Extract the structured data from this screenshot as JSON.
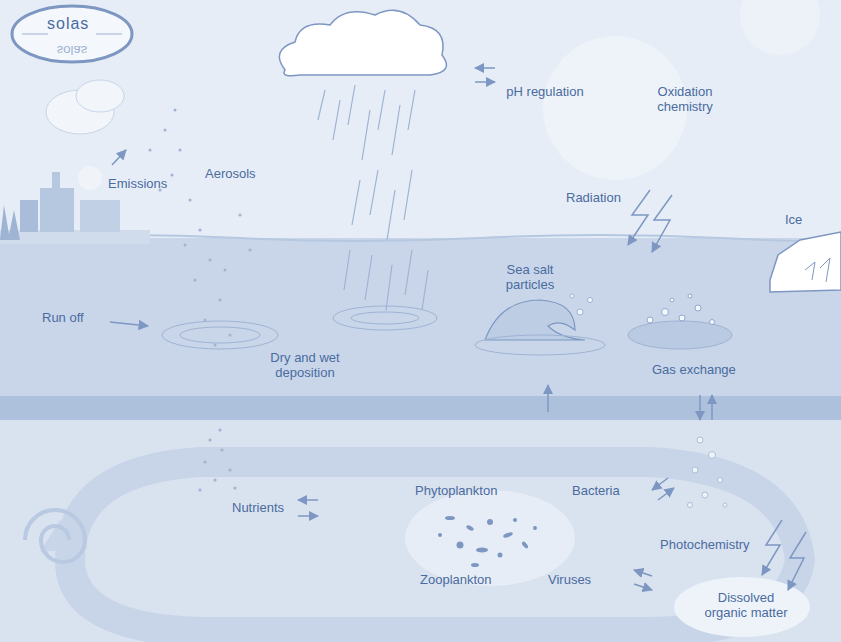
{
  "diagram": {
    "labels": [
      "solas",
      "Emissions",
      "Aerosols",
      "pH regulation",
      "Oxidation chemistry",
      "Radiation",
      "Ice",
      "Run off",
      "Sea salt particles",
      "Dry and wet deposition",
      "Gas exchange",
      "Phytoplankton",
      "Bacteria",
      "Nutrients",
      "Photochemistry",
      "Zooplankton",
      "Viruses",
      "Dissolved organic matter"
    ]
  }
}
